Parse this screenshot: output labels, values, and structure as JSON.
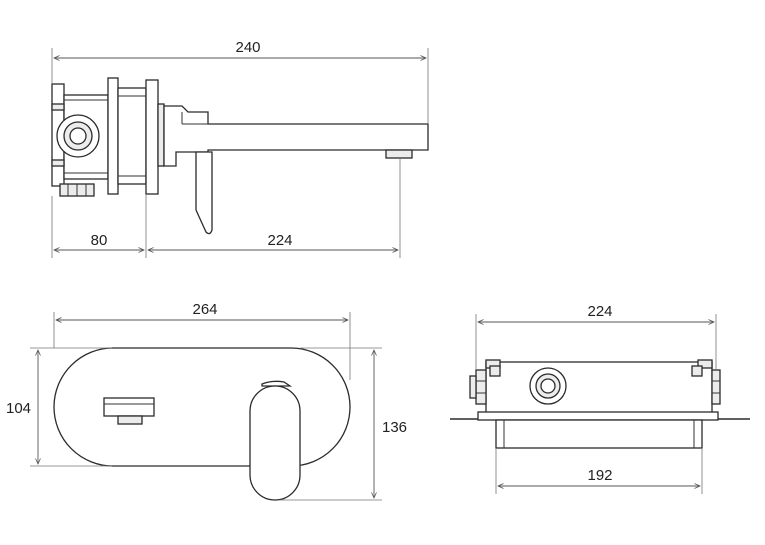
{
  "dimensions": {
    "side_view": {
      "total_length": "240",
      "wall_depth": "80",
      "spout_projection": "224"
    },
    "front_view": {
      "plate_width": "264",
      "plate_height": "104",
      "overall_height": "136"
    },
    "top_view": {
      "box_width": "224",
      "box_base_width": "192"
    }
  },
  "colors": {
    "line": "#2b2b2b",
    "dimension_line": "#555555",
    "fill": "#ececec",
    "background": "#ffffff"
  }
}
